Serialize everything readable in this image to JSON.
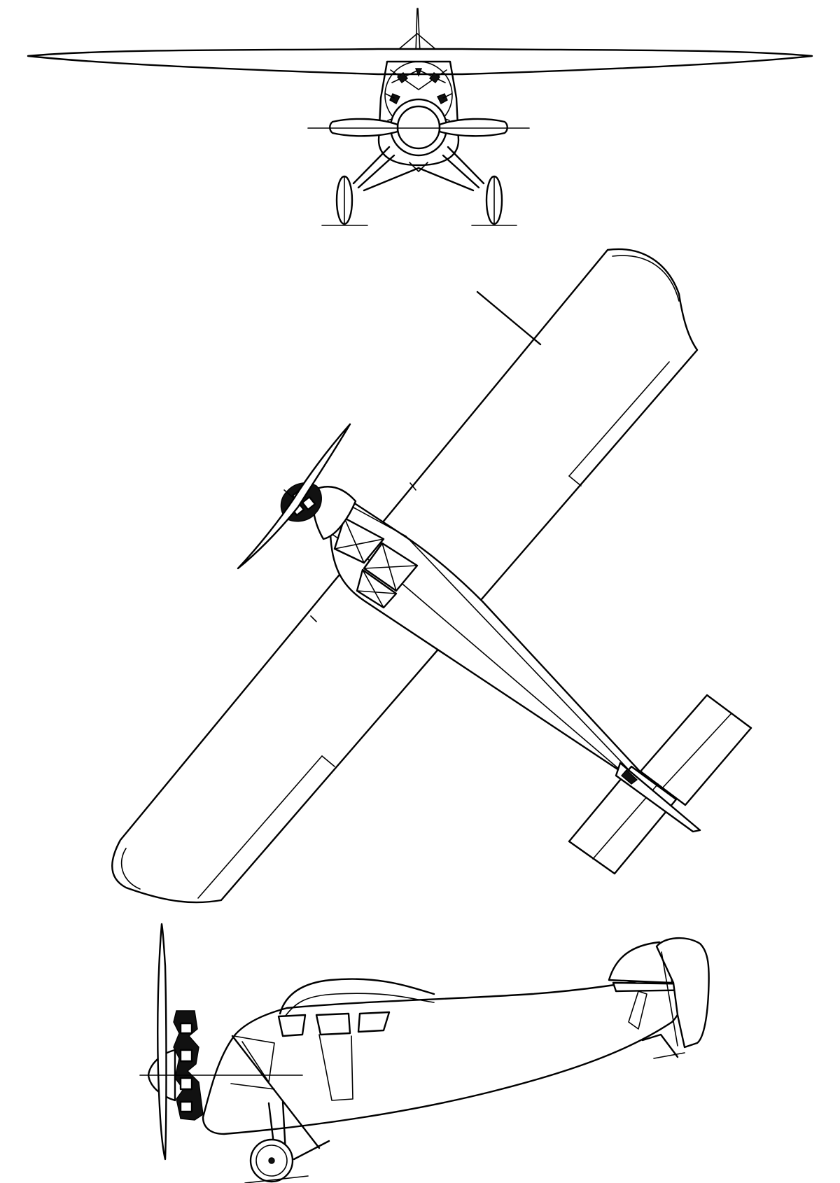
{
  "figure": {
    "views": [
      {
        "id": "front",
        "view": "front"
      },
      {
        "id": "top",
        "view": "plan"
      },
      {
        "id": "side",
        "view": "side"
      }
    ],
    "ink_color": "#000000",
    "paper_color": "#ffffff"
  }
}
